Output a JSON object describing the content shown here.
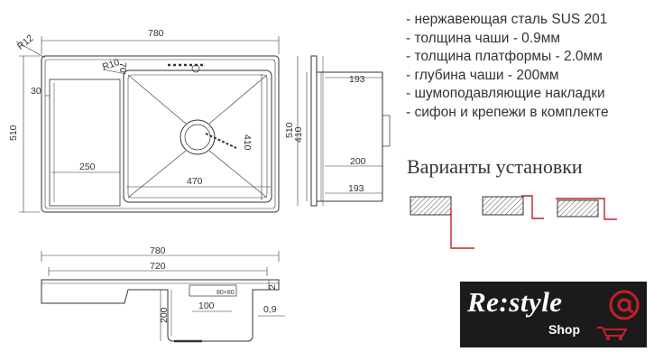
{
  "specs": {
    "items": [
      "- нержавеющая сталь SUS 201",
      "- толщина чаши - 0.9мм",
      "- толщина платформы - 2.0мм",
      "- глубина чаши - 200мм",
      "- шумоподавляющие накладки",
      "- сифон и крепежи в комплекте"
    ]
  },
  "variants": {
    "title": "Варианты установки"
  },
  "top_view": {
    "width": "780",
    "height": "510",
    "corner_radius": "R12",
    "bowl_radius": "R10",
    "offset_top": "70",
    "offset_left": "30",
    "drainer_width": "250",
    "bowl_width": "470",
    "bowl_height": "410"
  },
  "side_view": {
    "height": "510",
    "bowl_height": "410",
    "upper": "193",
    "middle": "200",
    "lower": "193"
  },
  "front_view": {
    "total": "780",
    "inner": "720",
    "depth": "200",
    "drain": "100",
    "thickness": "0,9",
    "deck": "2",
    "small": "80+80"
  },
  "logo": {
    "brand": "Re:style",
    "shop": "Shop"
  },
  "colors": {
    "line": "#333333",
    "accent": "#c4202a",
    "hatch": "#555555",
    "logo_bg": "#1b1b1b"
  }
}
